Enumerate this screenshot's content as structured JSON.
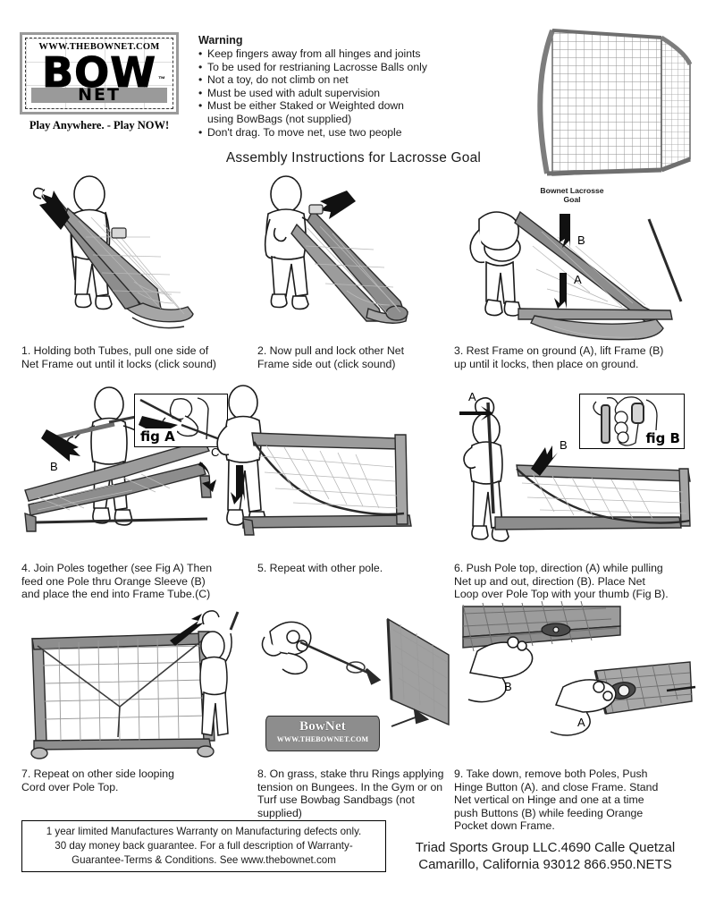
{
  "logo": {
    "url": "WWW.THEBOWNET.COM",
    "word_bow": "BOW",
    "word_net": "NET",
    "trademark": "™",
    "tagline": "Play Anywhere. - Play NOW!"
  },
  "warning": {
    "title": "Warning",
    "items": [
      "Keep fingers away from all hinges and joints",
      "To be used for restrianing Lacrosse Balls only",
      "Not a toy, do not climb on net",
      "Must be used with adult supervision",
      "Must be either Staked or Weighted down\nusing BowBags (not supplied)",
      "Don't drag. To move net, use two people"
    ]
  },
  "title": "Assembly Instructions for Lacrosse Goal",
  "goal_caption": "Bownet Lacrosse\nGoal",
  "steps": [
    {
      "number": "1",
      "text": "1. Holding both Tubes, pull one side of\nNet Frame out until it locks (click sound)"
    },
    {
      "number": "2",
      "text": "2. Now pull and lock other Net\nFrame side out (click sound)"
    },
    {
      "number": "3",
      "text": "3. Rest Frame on ground (A), lift Frame (B)\nup until it locks, then place on ground."
    },
    {
      "number": "4",
      "text": "4. Join Poles together (see Fig A) Then\nfeed one Pole thru Orange Sleeve (B)\nand place the end into Frame Tube.(C)"
    },
    {
      "number": "5",
      "text": "5. Repeat with other pole."
    },
    {
      "number": "6",
      "text": "6. Push Pole top, direction (A) while pulling\nNet up and out, direction (B). Place Net\nLoop over Pole Top with your thumb (Fig B)."
    },
    {
      "number": "7",
      "text": "7. Repeat on other side looping\nCord over Pole Top."
    },
    {
      "number": "8",
      "text": "8. On grass, stake thru Rings applying\ntension on Bungees. In the Gym or on\nTurf use Bowbag Sandbags (not supplied)"
    },
    {
      "number": "9",
      "text": "9. Take down, remove both Poles, Push\nHinge Button (A). and close Frame. Stand\nNet vertical on Hinge and one at a time\npush Buttons (B) while feeding Orange\nPocket down Frame."
    }
  ],
  "figures": {
    "fig_a": "fig A",
    "fig_b": "fig B"
  },
  "diagram_labels": {
    "step3_a": "A",
    "step3_b": "B",
    "step4_b": "B",
    "step4_c": "C",
    "step6_a": "A",
    "step6_b": "B",
    "step9_a": "A",
    "step9_b": "B"
  },
  "bag": {
    "brand": "BowNet",
    "url": "WWW.THEBOWNET.COM"
  },
  "warranty": {
    "line1": "1 year limited Manufactures Warranty on Manufacturing defects only.",
    "line2": "30 day money back guarantee. For a full description of  Warranty-",
    "line3": "Guarantee-Terms & Conditions. See www.thebownet.com"
  },
  "company": "Triad Sports Group LLC.4690 Calle Quetzal\nCamarillo, California 93012   866.950.NETS",
  "colors": {
    "frame_gray": "#8d8d8d",
    "frame_dark": "#6f6f6f",
    "outline": "#1a1a1a",
    "net_gray": "#b9b9b9"
  }
}
